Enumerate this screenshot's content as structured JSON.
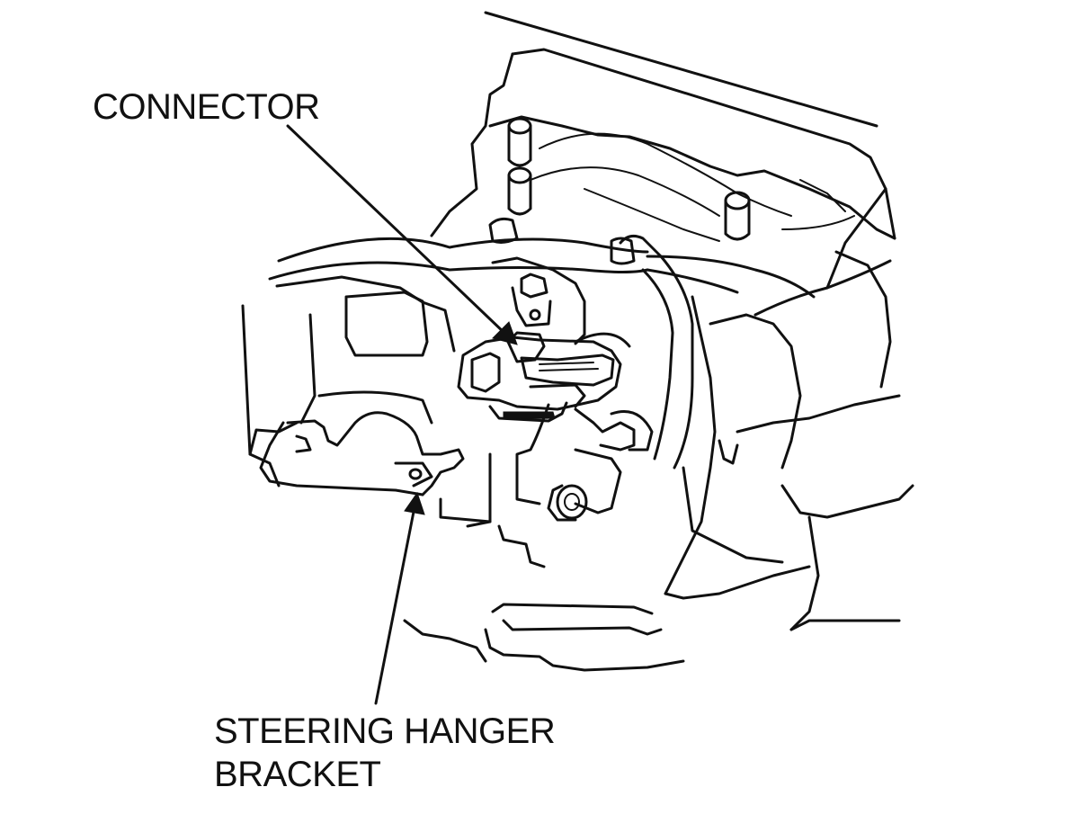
{
  "labels": {
    "connector": "CONNECTOR",
    "steering_hanger_line1": "STEERING HANGER",
    "steering_hanger_line2": "BRACKET"
  },
  "colors": {
    "ink": "#111111",
    "background": "#ffffff"
  }
}
